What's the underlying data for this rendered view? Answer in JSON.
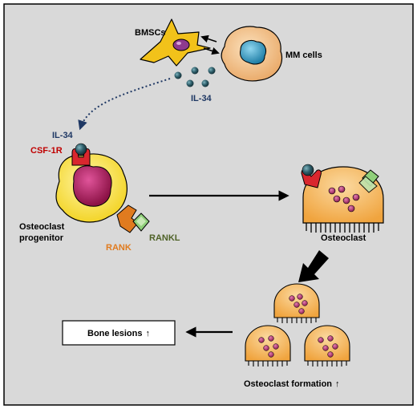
{
  "diagram": {
    "labels": {
      "bmscs": "BMSCs",
      "mm_cells": "MM cells",
      "il34_secreted": "IL-34",
      "il34_bound": "IL-34",
      "csf1r": "CSF-1R",
      "osteoclast_progenitor_line1": "Osteoclast",
      "osteoclast_progenitor_line2": "progenitor",
      "rank": "RANK",
      "rankl": "RANKL",
      "osteoclast": "Osteoclast",
      "bone_lesions": "Bone lesions",
      "osteoclast_formation": "Osteoclast  formation"
    },
    "up_arrow_glyph": "↑",
    "colors": {
      "background": "#d9d9d9",
      "border": "#000000",
      "il34_label": "#1f3864",
      "csf1r_label": "#c00000",
      "rank_label": "#e07b1f",
      "rankl_label": "#4f6228",
      "csf1r_receptor": "#d9272e",
      "rank_receptor": "#e07b1f",
      "rankl_ligand": "#8fcf7a",
      "il34_sphere": "#2f5f6b",
      "osteoclast_body": "#f6b85c",
      "osteoclast_nuclei": "#b0306a",
      "progenitor_outer": "#f6e94a",
      "progenitor_nucleus": "#b71a5e",
      "mm_cell_body": "#f2c38a",
      "mm_cell_nucleus": "#3aa0c8",
      "bmsc_body": "#f2c21a",
      "bmsc_nucleus": "#8e3a8e"
    }
  }
}
